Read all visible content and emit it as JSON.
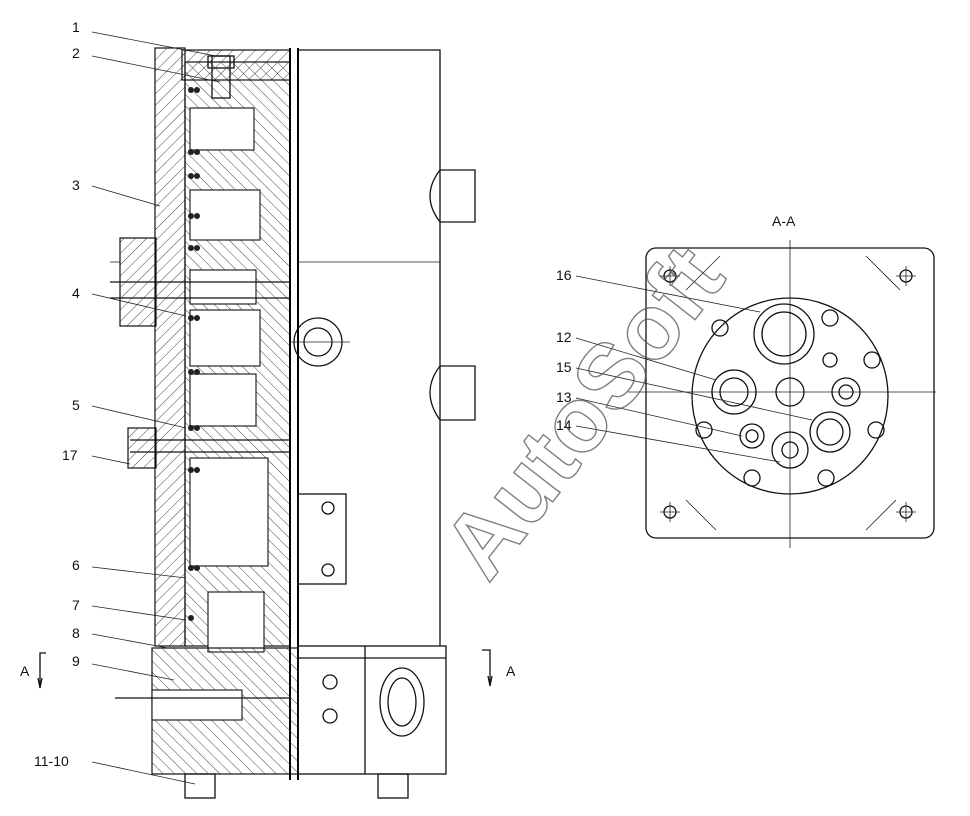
{
  "drawing": {
    "section_title": "A-A",
    "section_marker": "A",
    "watermark": "AutoSoft",
    "callouts_left": [
      "1",
      "2",
      "3",
      "4",
      "5",
      "17",
      "6",
      "7",
      "8",
      "9",
      "11-10"
    ],
    "callouts_right": [
      "16",
      "12",
      "15",
      "13",
      "14"
    ]
  }
}
